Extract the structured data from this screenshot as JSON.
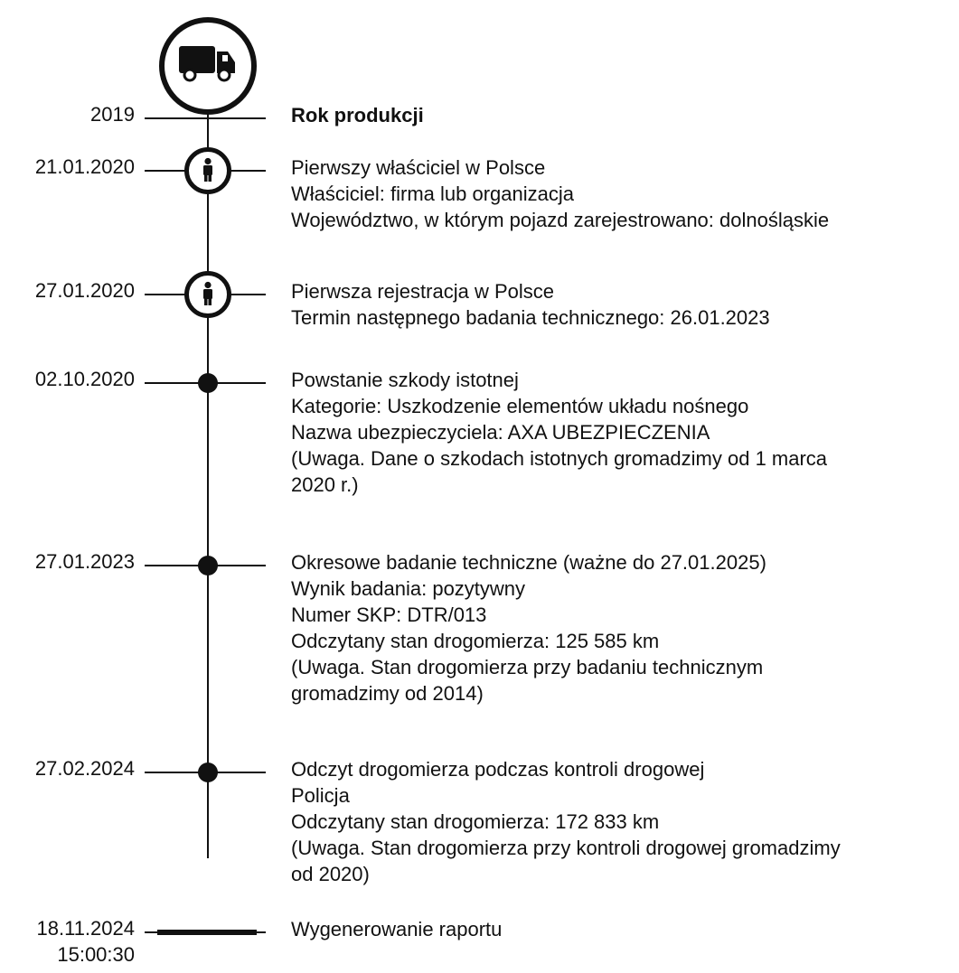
{
  "events": [
    {
      "date": "2019",
      "time": "",
      "marker": "truck-icon",
      "lines": [
        "Rok produkcji"
      ],
      "bold_first": true
    },
    {
      "date": "21.01.2020",
      "time": "",
      "marker": "person-icon",
      "lines": [
        "Pierwszy właściciel w Polsce",
        "Właściciel: firma lub organizacja",
        "Województwo, w którym pojazd zarejestrowano: dolnośląskie"
      ]
    },
    {
      "date": "27.01.2020",
      "time": "",
      "marker": "person-icon",
      "lines": [
        "Pierwsza rejestracja w Polsce",
        "Termin następnego badania technicznego: 26.01.2023"
      ]
    },
    {
      "date": "02.10.2020",
      "time": "",
      "marker": "dot-icon",
      "lines": [
        "Powstanie szkody istotnej",
        "Kategorie: Uszkodzenie elementów układu nośnego",
        "Nazwa ubezpieczyciela: AXA UBEZPIECZENIA",
        "(Uwaga. Dane o szkodach istotnych gromadzimy od 1 marca",
        "2020 r.)"
      ]
    },
    {
      "date": "27.01.2023",
      "time": "",
      "marker": "dot-icon",
      "lines": [
        "Okresowe badanie techniczne (ważne do 27.01.2025)",
        "Wynik badania: pozytywny",
        "Numer SKP: DTR/013",
        "Odczytany stan drogomierza: 125 585 km",
        "(Uwaga. Stan drogomierza przy badaniu technicznym",
        "gromadzimy od 2014)"
      ]
    },
    {
      "date": "27.02.2024",
      "time": "",
      "marker": "dot-icon",
      "lines": [
        "Odczyt drogomierza podczas kontroli drogowej",
        "Policja",
        "Odczytany stan drogomierza: 172 833 km",
        "(Uwaga. Stan drogomierza przy kontroli drogowej gromadzimy",
        "od 2020)"
      ]
    },
    {
      "date": "18.11.2024",
      "time": "15:00:30",
      "marker": "end-bar",
      "lines": [
        "Wygenerowanie raportu"
      ]
    }
  ]
}
